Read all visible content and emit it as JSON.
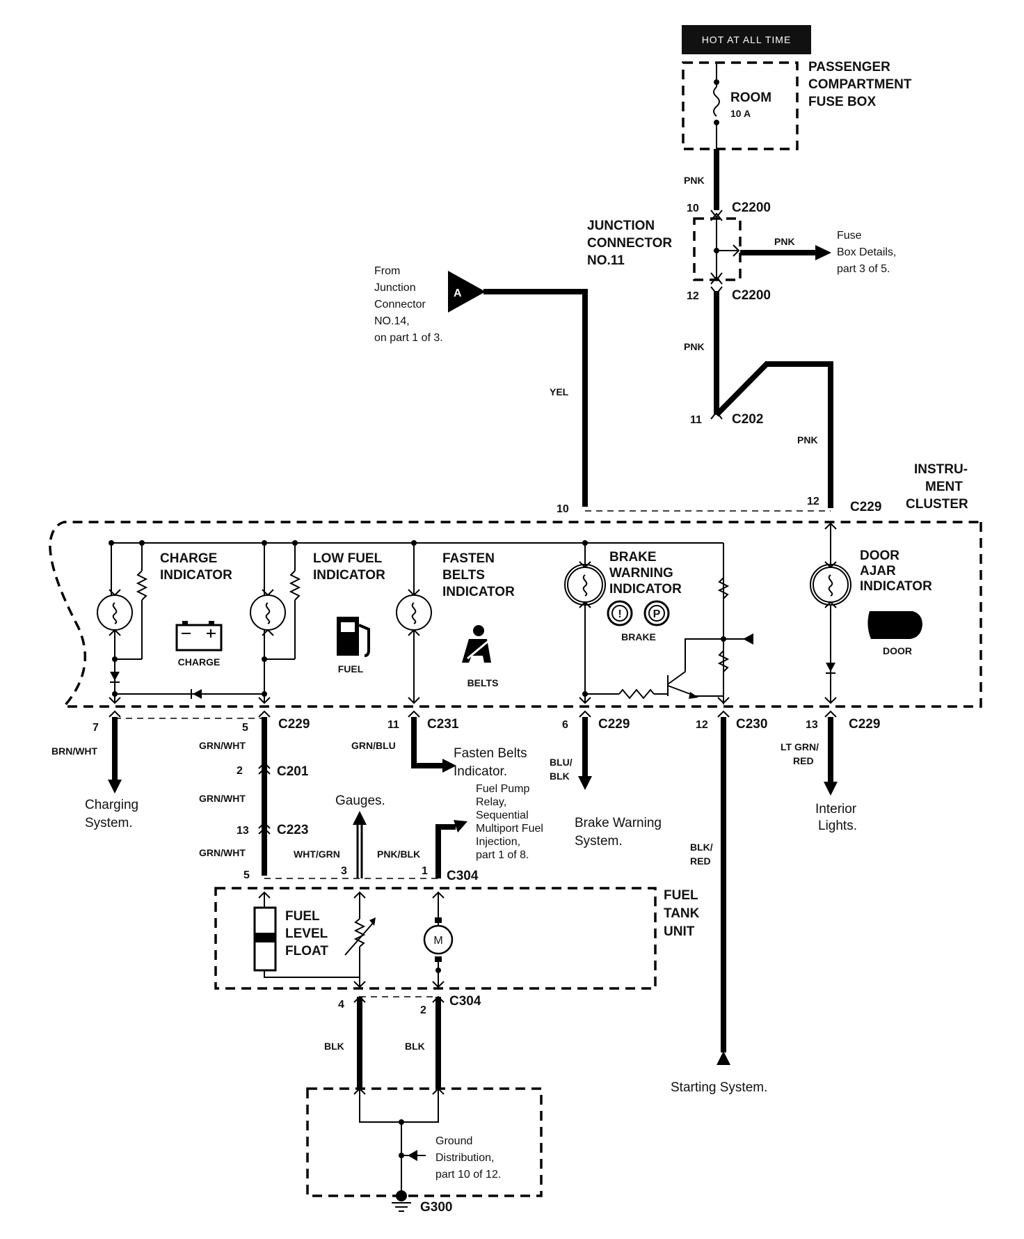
{
  "header": {
    "hot_label": "HOT AT ALL TIME"
  },
  "fuse_box": {
    "title": [
      "PASSENGER",
      "COMPARTMENT",
      "FUSE BOX"
    ],
    "fuse_name": "ROOM",
    "fuse_rating": "10 A"
  },
  "junction": {
    "title": [
      "JUNCTION",
      "CONNECTOR",
      "NO.11"
    ],
    "fuse_ref": [
      "Fuse",
      "Box Details,",
      "part 3 of 5."
    ]
  },
  "from_ref": {
    "lines": [
      "From",
      "Junction",
      "Connector",
      "NO.14,",
      "on part 1 of 3."
    ],
    "marker": "A"
  },
  "cluster_title": [
    "INSTRU-",
    "MENT",
    "CLUSTER"
  ],
  "indicators": {
    "charge": [
      "CHARGE",
      "INDICATOR"
    ],
    "low_fuel": [
      "LOW FUEL",
      "INDICATOR"
    ],
    "fasten_belts": [
      "FASTEN",
      "BELTS",
      "INDICATOR"
    ],
    "brake_warning": [
      "BRAKE",
      "WARNING",
      "INDICATOR"
    ],
    "door_ajar": [
      "DOOR",
      "AJAR",
      "INDICATOR"
    ]
  },
  "icon_labels": {
    "charge": "CHARGE",
    "fuel": "FUEL",
    "belts": "BELTS",
    "brake": "BRAKE",
    "door": "DOOR",
    "brake_p": "P",
    "brake_excl": "!"
  },
  "wire_colors": {
    "pnk": "PNK",
    "yel": "YEL",
    "brn_wht": "BRN/WHT",
    "grn_wht": "GRN/WHT",
    "grn_blu": "GRN/BLU",
    "blu_blk": [
      "BLU/",
      "BLK"
    ],
    "blk_red": [
      "BLK/",
      "RED"
    ],
    "lt_grn_red": [
      "LT GRN/",
      "RED"
    ],
    "wht_grn": "WHT/GRN",
    "pnk_blk": "PNK/BLK",
    "blk": "BLK"
  },
  "connectors": {
    "c2200": "C2200",
    "c202": "C202",
    "c229": "C229",
    "c231": "C231",
    "c230": "C230",
    "c201": "C201",
    "c223": "C223",
    "c304": "C304"
  },
  "pins": {
    "p10": "10",
    "p12": "12",
    "p11": "11",
    "p7": "7",
    "p5": "5",
    "p6": "6",
    "p13": "13",
    "p2": "2",
    "p3": "3",
    "p1": "1",
    "p4": "4"
  },
  "destinations": {
    "charging": [
      "Charging",
      "System."
    ],
    "fasten": [
      "Fasten Belts",
      "Indicator."
    ],
    "gauges": "Gauges.",
    "fuel_pump": [
      "Fuel Pump",
      "Relay,",
      "Sequential",
      "Multiport Fuel",
      "Injection,",
      "part 1 of 8."
    ],
    "brake": [
      "Brake Warning",
      "System."
    ],
    "interior": [
      "Interior",
      "Lights."
    ],
    "starting": "Starting System."
  },
  "fuel_tank": {
    "title": [
      "FUEL",
      "TANK",
      "UNIT"
    ],
    "float": [
      "FUEL",
      "LEVEL",
      "FLOAT"
    ],
    "motor": "M"
  },
  "ground": {
    "ref": [
      "Ground",
      "Distribution,",
      "part 10 of 12."
    ],
    "name": "G300"
  }
}
